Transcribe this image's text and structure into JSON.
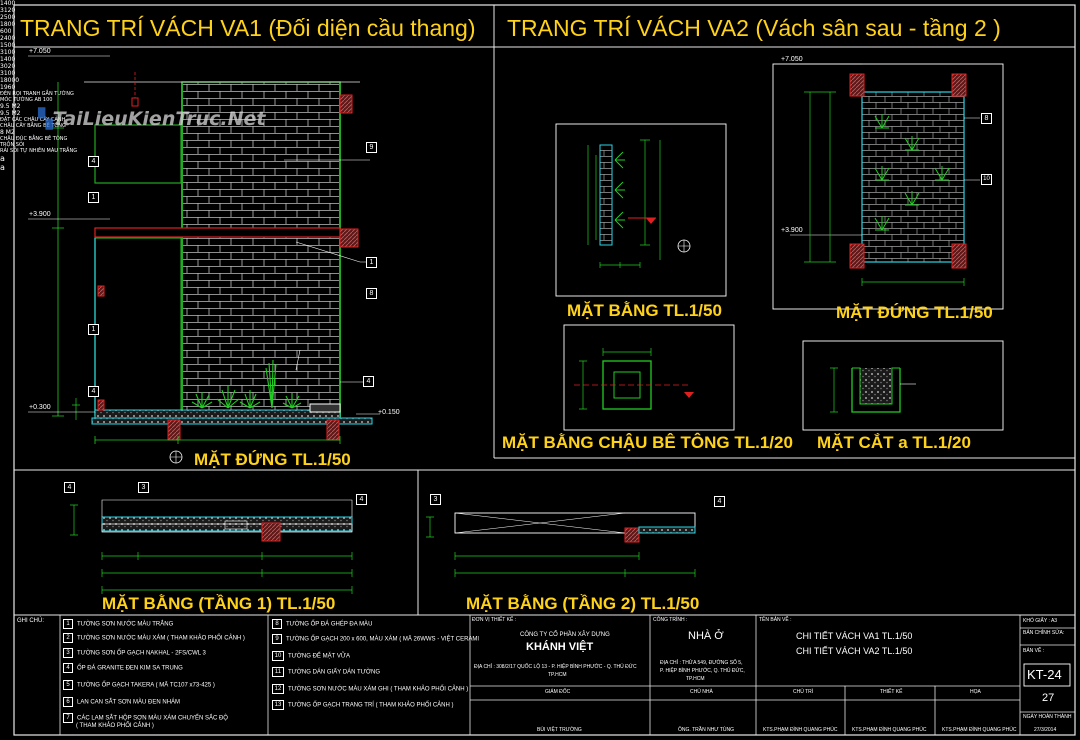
{
  "titles": {
    "va1": "TRANG TRÍ VÁCH VA1 (Đối diện cầu thang)",
    "va2": "TRANG TRÍ VÁCH VA2 (Vách sân sau - tầng 2 )"
  },
  "watermark": "TaiLieuKienTruc.Net",
  "drawings": {
    "mat_dung_va1": "MẶT ĐỨNG  TL.1/50",
    "mat_bang_tl": "MẶT BẰNG TL.1/50",
    "mat_dung_va2": "MẶT ĐỨNG  TL.1/50",
    "mat_bang_chau": "MẶT BẰNG CHẬU BÊ TÔNG TL.1/20",
    "mat_cat": "MẶT CẮT a TL.1/20",
    "mat_bang_t1": "MẶT BẰNG (TẦNG 1) TL.1/50",
    "mat_bang_t2": "MẶT BẰNG (TẦNG 2) TL.1/50"
  },
  "levels": {
    "l7050": "+7.050",
    "l3900": "+3.900",
    "l0300": "+0.300",
    "l0150": "+0.150",
    "l7050b": "+7.050",
    "l3900b": "+3.900"
  },
  "dims": {
    "d1400": "1400",
    "d3120": "3120",
    "d2400": "2400",
    "d600": "600",
    "d1500": "1500",
    "d3100": "3100",
    "d1400b": "1400",
    "d3020": "3020",
    "d3100b": "3100",
    "d18000": "18000",
    "d2500": "2500",
    "d1800": "1800",
    "d1960": "1960"
  },
  "notes": {
    "den_roi": "ĐÈN RỌI TRANH GẮN TƯỜNG",
    "moc_tuong": "MÓC TƯỜNG AB 100",
    "m95a": "9.5 M2",
    "m95b": "9.5 M2",
    "dat_chau": "ĐẶT CÁC CHẬU CÂY CẢNH",
    "chau_cay": "CHẬU CÂY BẰNG BÊ TÔNG",
    "m8": "8 M2",
    "chau_duc": "CHẬU ĐÚC BẰNG BÊ TÔNG TRỘN SỎI",
    "rai_soi": "RẢI SỎI TỰ NHIÊN MÀU TRẮNG",
    "sec_a1": "a",
    "sec_a2": "a"
  },
  "tags": {
    "t4": "4",
    "t1": "1",
    "t9": "9",
    "t8": "8",
    "t3": "3",
    "t10": "10"
  },
  "legend": {
    "header": "GHI CHÚ:",
    "left": [
      {
        "n": "1",
        "t": "TƯỜNG SƠN NƯỚC MÀU TRẮNG"
      },
      {
        "n": "2",
        "t": "TƯỜNG SƠN NƯỚC MÀU XÁM ( THAM KHẢO PHỐI CẢNH )"
      },
      {
        "n": "3",
        "t": "TƯỜNG SƠN ỐP GẠCH NAKHAL - 2FS/CWL 3"
      },
      {
        "n": "4",
        "t": "ỐP ĐÁ GRANITE ĐEN KIM SA TRUNG"
      },
      {
        "n": "5",
        "t": "TƯỜNG ỐP GẠCH TAKERA ( MÃ TC107 x73-425 )"
      },
      {
        "n": "6",
        "t": "LAN CAN SẮT SƠN MÀU ĐEN NHÁM"
      },
      {
        "n": "7",
        "t": "CÁC LAM SẮT HỘP SƠN MÀU XÁM CHUYỂN SẮC ĐỘ"
      },
      {
        "n": "",
        "t": "( THAM KHẢO PHỐI CẢNH )"
      }
    ],
    "right": [
      {
        "n": "8",
        "t": "TƯỜNG ỐP ĐÁ GHÉP ĐA MÀU"
      },
      {
        "n": "9",
        "t": "TƯỜNG ỐP GẠCH 200 x 600, MÀU XÁM ( MÃ 26WWS - VIỆT CERAMI"
      },
      {
        "n": "10",
        "t": "TƯỜNG ĐỂ MẶT VỮA"
      },
      {
        "n": "11",
        "t": "TƯỜNG DÁN GIẤY DÁN TƯỜNG"
      },
      {
        "n": "12",
        "t": "TƯỜNG SƠN NƯỚC MÀU XÁM GHI ( THAM KHẢO PHỐI CẢNH )"
      },
      {
        "n": "13",
        "t": "TƯỜNG ỐP GẠCH TRANG TRÍ ( THAM KHẢO PHỐI CẢNH )"
      }
    ]
  },
  "titleblock": {
    "don_vi_label": "ĐƠN VỊ THIẾT KẾ :",
    "company": "CÔNG TY CỔ PHẦN XÂY DỰNG",
    "company_name": "KHÁNH VIỆT",
    "address": "ĐỊA CHỈ : 308/2/17 QUỐC LỘ 13 - P. HIỆP BÌNH PHƯỚC - Q. THỦ ĐỨC",
    "address2": "TP.HCM",
    "cong_trinh_label": "CÔNG TRÌNH :",
    "project": "NHÀ Ở",
    "site": "ĐỊA CHỈ : THỬA 549, ĐƯỜNG SỐ 5,",
    "site2": "P. HIỆP BÌNH PHƯỚC, Q. THỦ ĐỨC,",
    "site3": "TP.HCM",
    "ten_ban_ve_label": "TÊN BẢN VẼ :",
    "drawing1": "CHI TIẾT VÁCH VA1 TL.1/50",
    "drawing2": "CHI TIẾT VÁCH VA2 TL.1/50",
    "giam_doc": "GIÁM ĐỐC",
    "chu_nha": "CHỦ NHÀ",
    "chu_tri": "CHỦ TRÌ",
    "thiet_ke": "THIẾT KẾ",
    "hoa": "HỌA",
    "sig1": "BÙI VIỆT TRƯỜNG",
    "sig2": "ÔNG. TRẦN NHƯ TÙNG",
    "sig3": "KTS.PHẠM ĐÌNH QUANG PHÚC",
    "sig4": "KTS.PHẠM ĐÌNH QUANG PHÚC",
    "sig5": "KTS.PHẠM ĐÌNH QUANG PHÚC",
    "kho_giay": "KHỔ GIẤY : A3",
    "ban_chinh_sua": "BẢN CHỈNH SỬA:",
    "ban_ve_label": "BẢN VẼ :",
    "sheet": "KT-24",
    "sheet_no": "27",
    "ngay_label": "NGÀY HOÀN THÀNH",
    "ngay": "27/3/2014"
  },
  "colors": {
    "title": "#ffd21a",
    "frame": "#e8e8e8",
    "wall": "#22aa22",
    "cyan": "#29d6e6",
    "red": "#e02020"
  }
}
